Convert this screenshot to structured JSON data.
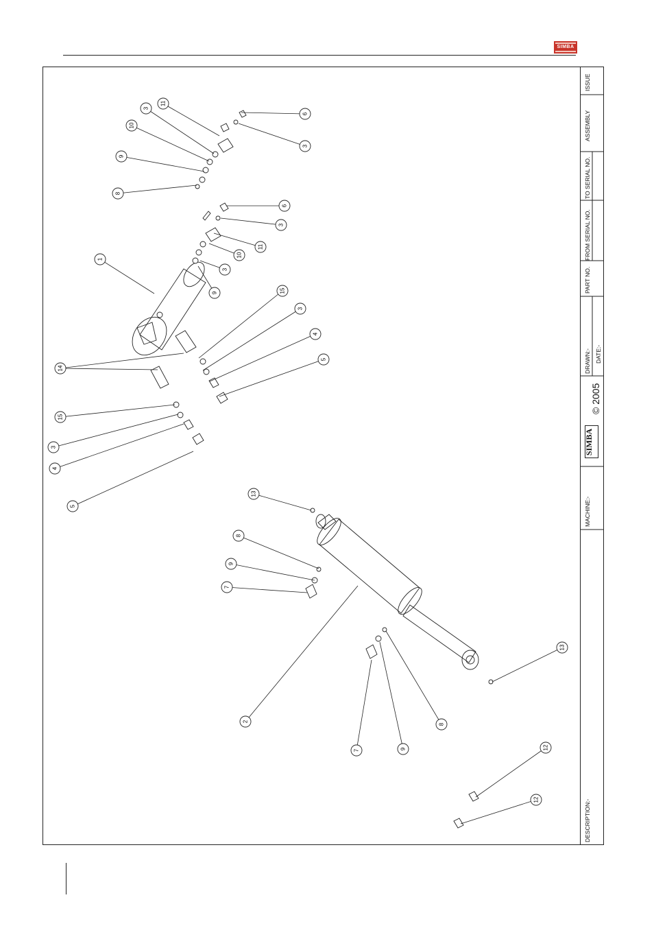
{
  "header": {
    "logo_text": "SIMBA"
  },
  "title_block": {
    "issue": "ISSUE",
    "assembly": "ASSEMBLY",
    "to_serial": "TO SERIAL NO.",
    "from_serial": "FROM SERIAL NO.",
    "part_no": "PART NO.",
    "drawn": "DRAWN:-",
    "date": "DATE:-",
    "copyright": "© 2005",
    "brand": "SIMBA",
    "machine": "MACHINE:-",
    "description": "DESCRIPTION:-"
  },
  "callouts": [
    "1",
    "2",
    "3",
    "3",
    "3",
    "3",
    "3",
    "3",
    "4",
    "4",
    "5",
    "5",
    "6",
    "6",
    "7",
    "7",
    "8",
    "8",
    "8",
    "9",
    "9",
    "9",
    "9",
    "10",
    "10",
    "11",
    "11",
    "12",
    "12",
    "13",
    "13",
    "14",
    "15",
    "15"
  ],
  "colors": {
    "line": "#222222",
    "logo": "#c8342a"
  }
}
